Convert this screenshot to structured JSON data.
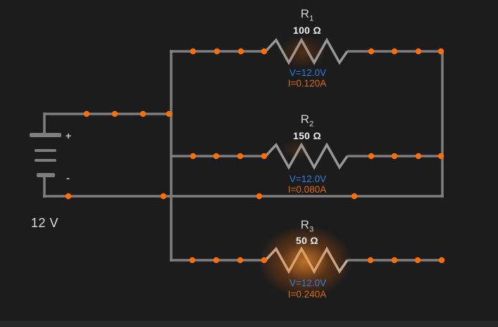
{
  "app": {
    "name": "circuit simulator canvas"
  },
  "colors": {
    "background": "#1c1c1c",
    "bottom_bar": "#282828",
    "wire": "#7e7e7e",
    "wire_bright": "#979797",
    "wire_hot": "#c2b4a2",
    "dot": "#ff6f00",
    "voltage_text": "#2f7de0",
    "current_text": "#dd6b00",
    "label": "#d4d4d4",
    "value": "#efefef",
    "glow": "#ff780f"
  },
  "battery": {
    "plus_label": "+",
    "minus_label": "-",
    "voltage_label": "12 V"
  },
  "resistors": [
    {
      "name": "R",
      "sub": "1",
      "resistance": "100 Ω",
      "voltage": "V=12.0V",
      "current": "I=0.120A"
    },
    {
      "name": "R",
      "sub": "2",
      "resistance": "150 Ω",
      "voltage": "V=12.0V",
      "current": "I=0.080A"
    },
    {
      "name": "R",
      "sub": "3",
      "resistance": "50 Ω",
      "voltage": "V=12.0V",
      "current": "I=0.240A"
    }
  ]
}
